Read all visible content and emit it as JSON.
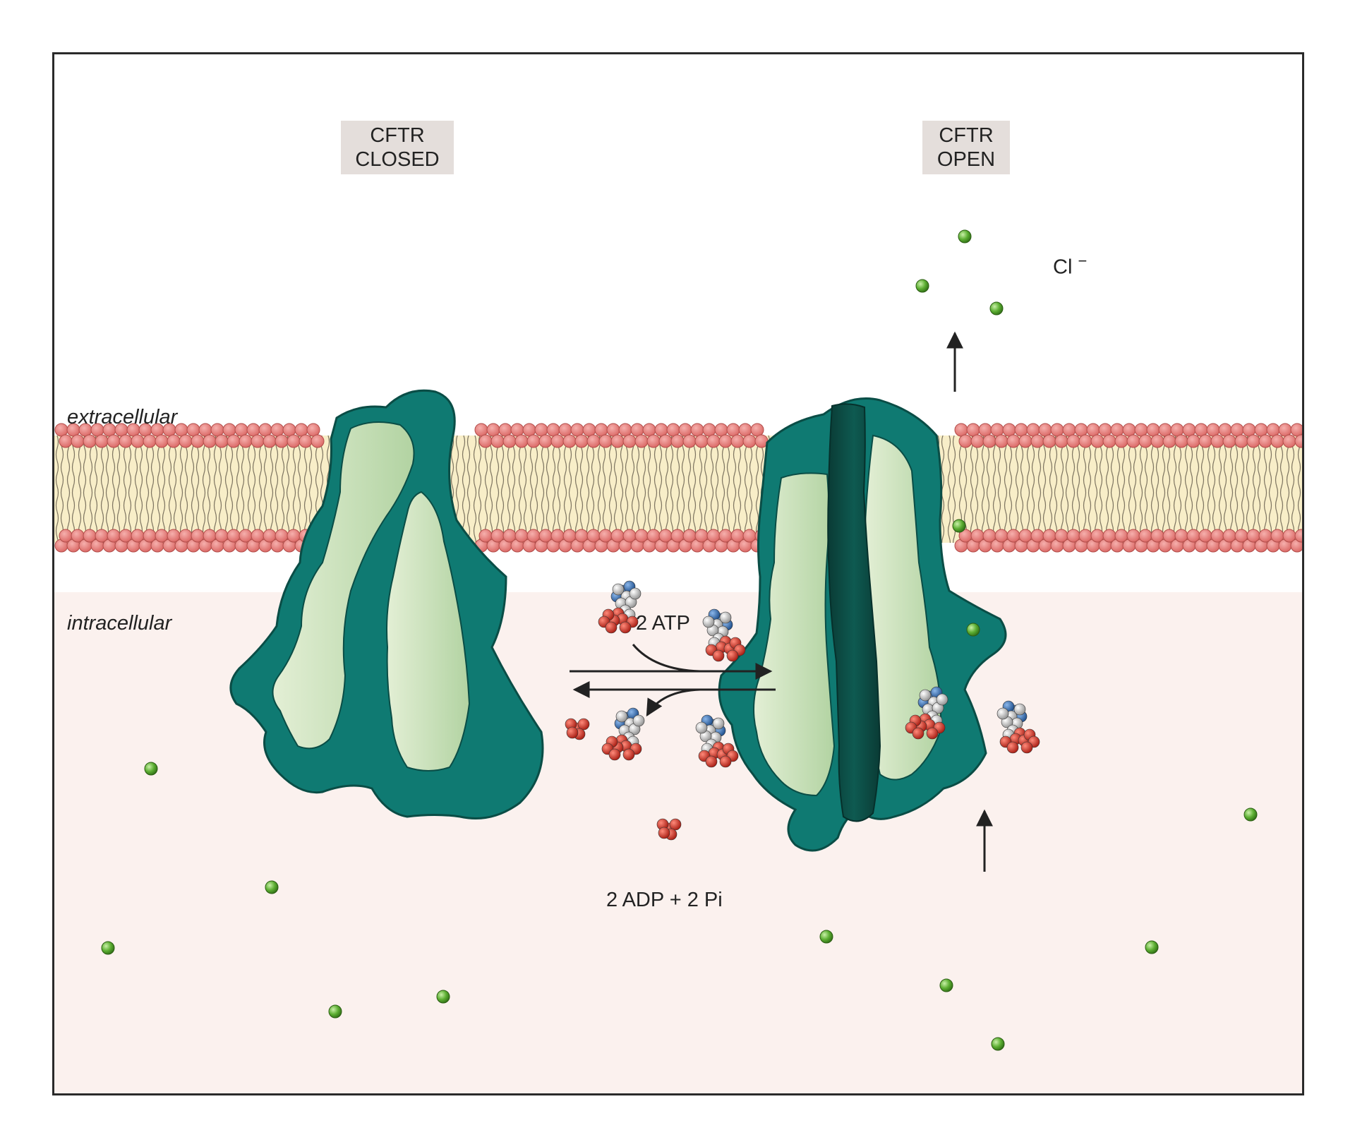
{
  "labels": {
    "closed_line1": "CFTR",
    "closed_line2": "CLOSED",
    "open_line1": "CFTR",
    "open_line2": "OPEN",
    "extracellular": "extracellular",
    "intracellular": "intracellular",
    "reactant": "2 ATP",
    "products": "2 ADP + 2 Pi",
    "ion": "Cl",
    "ion_charge": "−"
  },
  "colors": {
    "protein_outer": "#0f7a72",
    "protein_inner": "#cfe3bf",
    "pore": "#0b4a42",
    "lipid_head": "#e98280",
    "lipid_tail_bg": "#f8eec8",
    "chloride": "#5cae32",
    "intracellular_bg": "#fbf1ee",
    "atom_oxygen": "#d42b20",
    "atom_nitrogen": "#2c6bb3",
    "atom_carbon": "#c8c8c8"
  },
  "icons": {
    "ion": "chloride-ion-icon",
    "atp": "atp-molecule-icon",
    "adp": "adp-molecule-icon",
    "phosphate": "phosphate-molecule-icon"
  }
}
